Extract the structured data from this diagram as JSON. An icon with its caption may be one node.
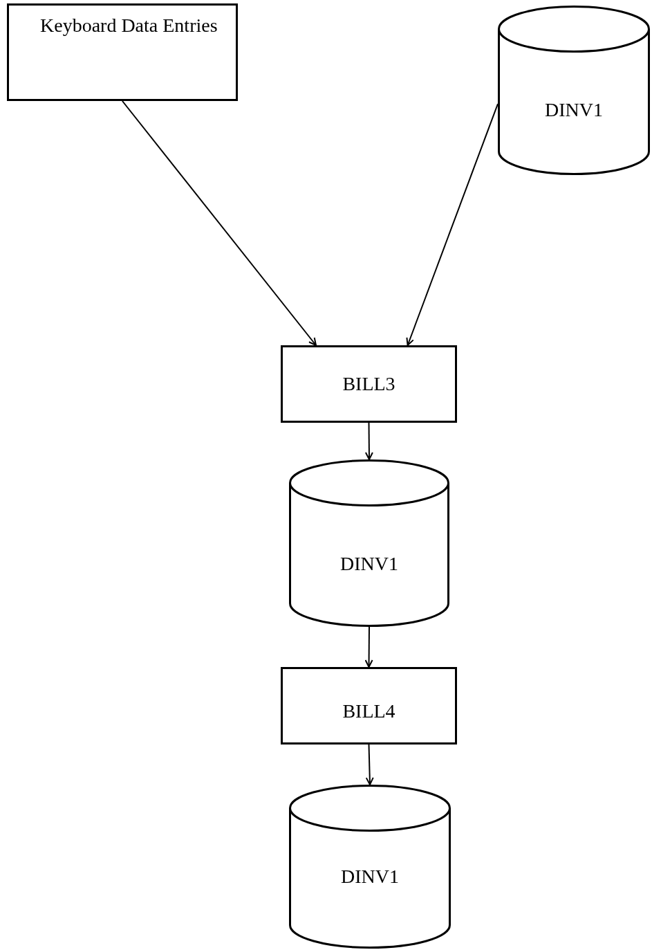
{
  "diagram": {
    "nodes": [
      {
        "text": [
          "Keyboard Data Entries"
        ]
      },
      {
        "text": [
          "DINV1"
        ]
      },
      {
        "text": [
          "BILL3"
        ]
      },
      {
        "text": [
          "DINV1"
        ]
      },
      {
        "text": [
          "BILL4"
        ]
      },
      {
        "text": [
          "DINV1"
        ]
      }
    ],
    "edges": [
      {
        "from": 0,
        "to": 2,
        "arrow": "to"
      },
      {
        "from": 1,
        "to": 2,
        "arrow": "to"
      },
      {
        "from": 2,
        "to": 3,
        "arrow": "to"
      },
      {
        "from": 3,
        "to": 4,
        "arrow": "to"
      },
      {
        "from": 4,
        "to": 5,
        "arrow": "to"
      }
    ]
  }
}
